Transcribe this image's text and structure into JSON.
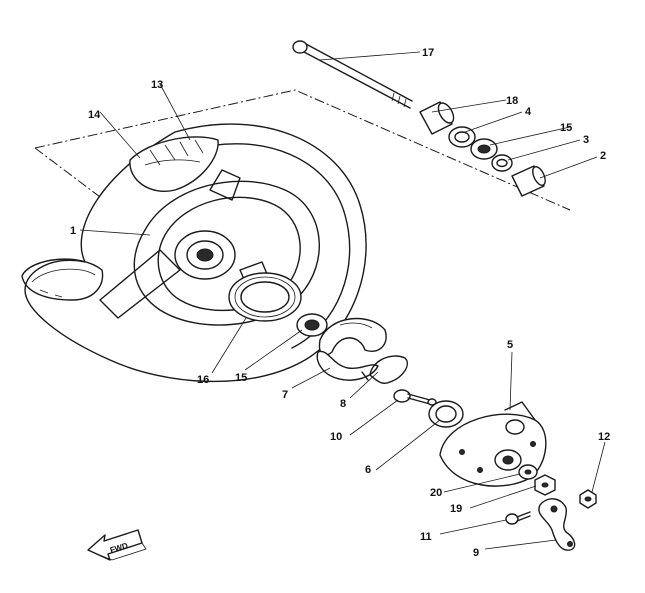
{
  "callouts": {
    "c1": "1",
    "c2": "2",
    "c3": "3",
    "c4": "4",
    "c5": "5",
    "c6": "6",
    "c7": "7",
    "c8": "8",
    "c9": "9",
    "c10": "10",
    "c11": "11",
    "c12": "12",
    "c13": "13",
    "c14": "14",
    "c15a": "15",
    "c15b": "15",
    "c16": "16",
    "c17": "17",
    "c18": "18",
    "c19": "19",
    "c20": "20"
  },
  "fwd_label": "FWD",
  "colors": {
    "ink": "#1a1a1a",
    "paper": "#ffffff"
  }
}
